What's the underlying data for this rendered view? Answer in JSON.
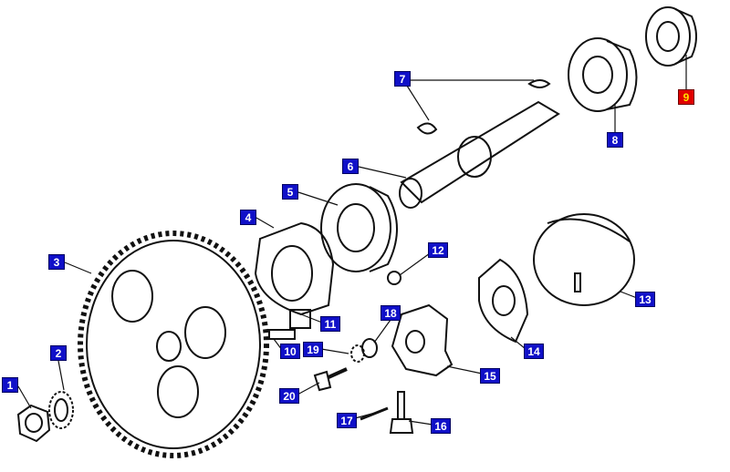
{
  "diagram": {
    "type": "exploded-parts-diagram",
    "highlighted_part": "9",
    "colors": {
      "label_bg": "#1010c8",
      "label_text": "#ffffff",
      "highlight_bg": "#e00000",
      "highlight_text": "#ffe000"
    },
    "callouts": [
      "1",
      "2",
      "3",
      "4",
      "5",
      "6",
      "7",
      "8",
      "9",
      "10",
      "11",
      "12",
      "13",
      "14",
      "15",
      "16",
      "17",
      "18",
      "19",
      "20"
    ]
  }
}
